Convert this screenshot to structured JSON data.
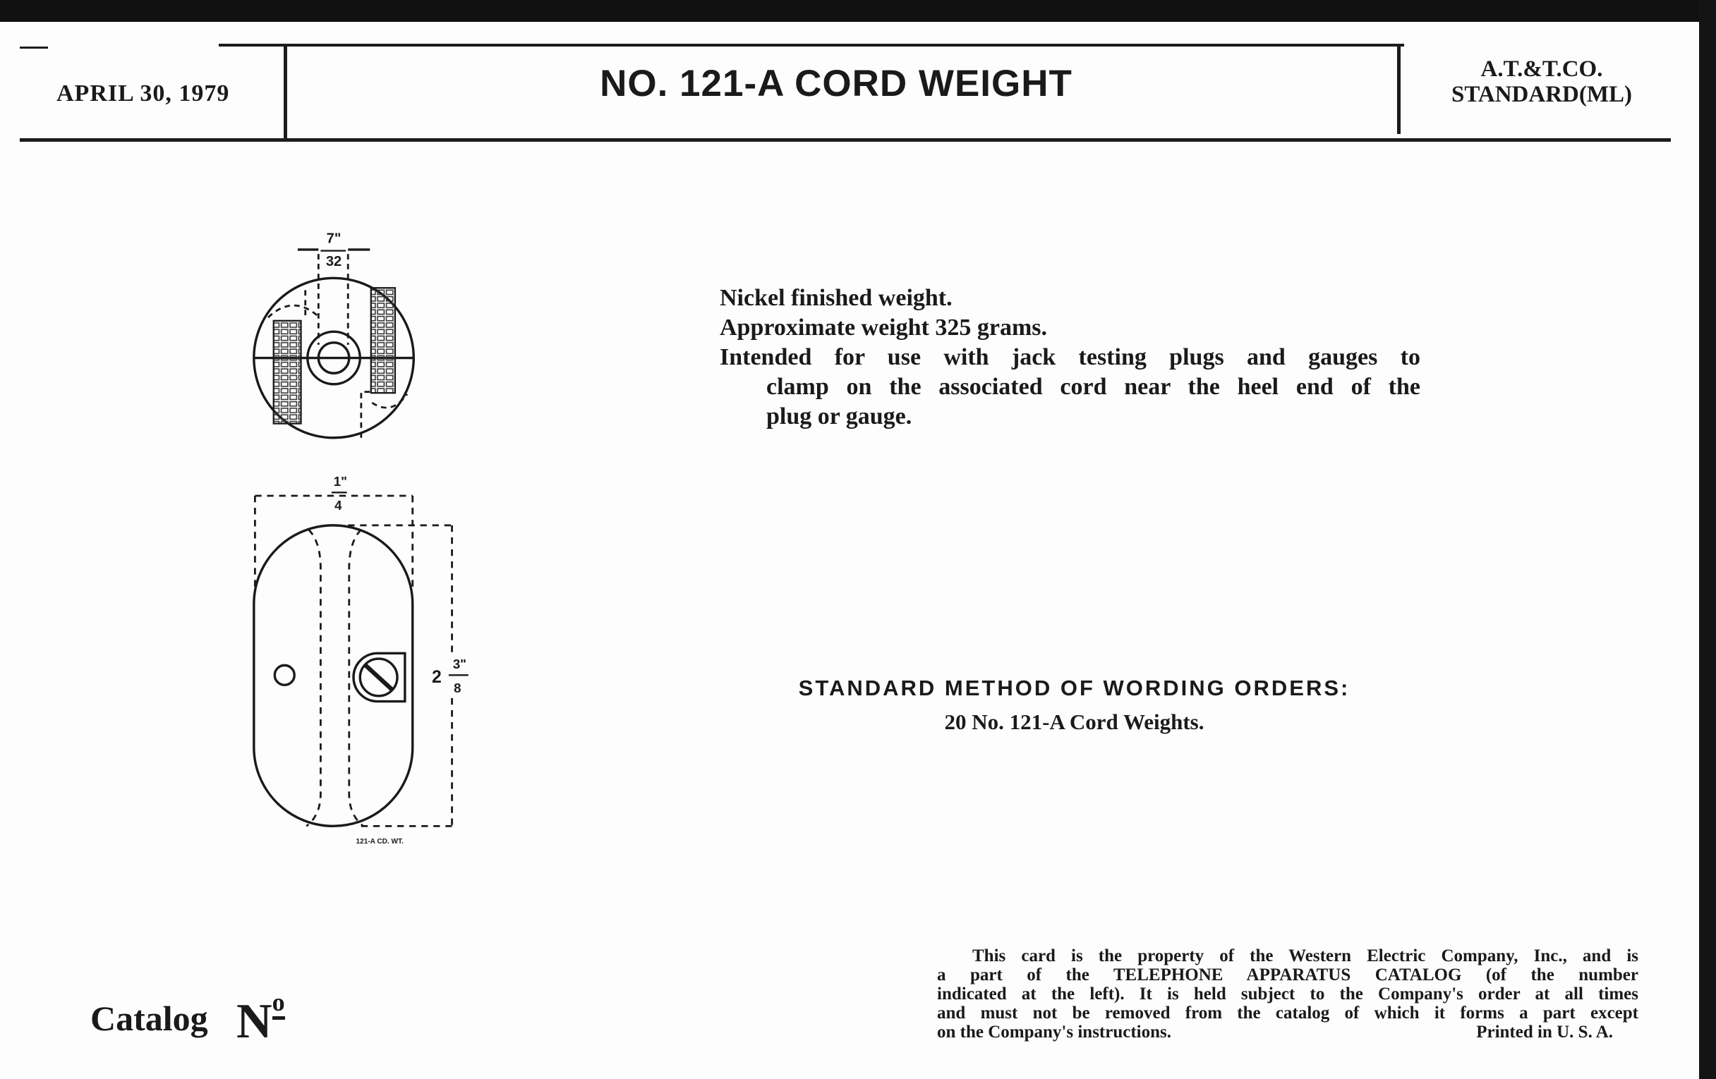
{
  "header": {
    "date": "APRIL 30, 1979",
    "title": "NO. 121-A CORD WEIGHT",
    "standard_line1": "A.T.&T.CO.",
    "standard_line2": "STANDARD(ML)"
  },
  "description": {
    "line1": "Nickel finished weight.",
    "line2": "Approximate weight 325 grams.",
    "line3": "Intended for use with jack testing plugs and gauges to",
    "line4": "clamp on the associated cord near the heel end of the",
    "line5": "plug or gauge."
  },
  "ordering": {
    "heading": "STANDARD METHOD OF WORDING ORDERS:",
    "example": "20 No. 121-A Cord Weights."
  },
  "drawing": {
    "hole_dim_num": "7\"",
    "hole_dim_den": "32",
    "width_dim_num": "1\"",
    "width_dim_den": "4",
    "height_dim_whole": "2",
    "height_dim_num": "3\"",
    "height_dim_den": "8",
    "caption": "121-A CD. WT."
  },
  "footer": {
    "line1": "This card is the property of the Western Electric Company, Inc., and is",
    "line2": "a part of the TELEPHONE APPARATUS CATALOG (of the number",
    "line3": "indicated at the left). It is held subject to the Company's order at all times",
    "line4": "and must not be removed from the catalog of which it forms a part except",
    "line5": "on the Company's instructions.",
    "printed": "Printed in U. S. A."
  },
  "catalog": {
    "label": "Catalog",
    "no": "N",
    "no_sup": "o"
  }
}
